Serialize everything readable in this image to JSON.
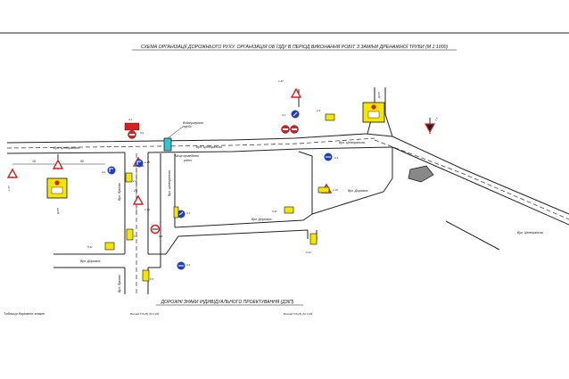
{
  "scheme": {
    "title": "СХЕМА ОРГАНІЗАЦІЇ ДОРОЖНЬОГО РУХУ. ОРГАНІЗАЦІЯ ОБ`ЇЗДУ В ПЕРІОД ВИКОНАННЯ РОБІТ З ЗАМІНИ ДРЕНАЖНОЇ ТРУБИ (М 1:1000)",
    "subtitle": "ДОРОЖНІ ЗНАКИ ІНДИВІДУАЛЬНОГО ПРОЕКТУВАННЯ (ДЗІП)",
    "table_label": "Таблиця дорожніх знаків",
    "view_left": "Вигляд 5.5х(5) (М 1:20)",
    "view_right": "Вигляд 5.5х(5) (М 1:20)"
  },
  "streets": {
    "tsentralna_west": "Вул. Центральна",
    "tsentralna_mid": "Вул. Центральна",
    "tsentralna_ne": "Вул. Центральна",
    "tsentralna_east": "Вул. Центральна",
    "dorozhna_1": "Вул. Дорожна",
    "dorozhna_2": "Вул. Дорожна",
    "dorozhna_3": "Вул. Дорожна",
    "yarkova_1": "Вул. Яркова",
    "yarkova_2": "Вул. Яркова",
    "vertical_mid": "Вул. Центральна"
  },
  "annotations": {
    "drain_site_1": "Місце проведення",
    "drain_site_2": "робіт",
    "pipe_1": "Водопропускна",
    "pipe_2": "труба",
    "dim_1": "15",
    "dim_2": "50",
    "dim_3": "25"
  },
  "signs": {
    "s_1_37": "1.37",
    "s_1_25": "1.25",
    "s_3_1": "3.1",
    "s_4_2": "4.2",
    "s_5_2": "5.2",
    "s_4_1": "4.1",
    "s_4_3": "4.3",
    "s_3_3": "3.3",
    "s_1_13": "1.13",
    "s_5_11": "5.11",
    "s_2_3": "2.3",
    "s_1_1": "1.1",
    "s_4_4": "4.4",
    "s_5_12": "5.12",
    "s_2_1": "2.1",
    "s_5_5": "5.5",
    "s_3_4": "3.4",
    "dzip_1": "ДЗІП",
    "dzip_2": "ДЗІП"
  },
  "colors": {
    "sign_red": "#d81e1e",
    "sign_blue": "#1f3fbf",
    "sign_yellow": "#f5e600",
    "pipe_cyan": "#33c4d4",
    "road_line": "#222222"
  }
}
